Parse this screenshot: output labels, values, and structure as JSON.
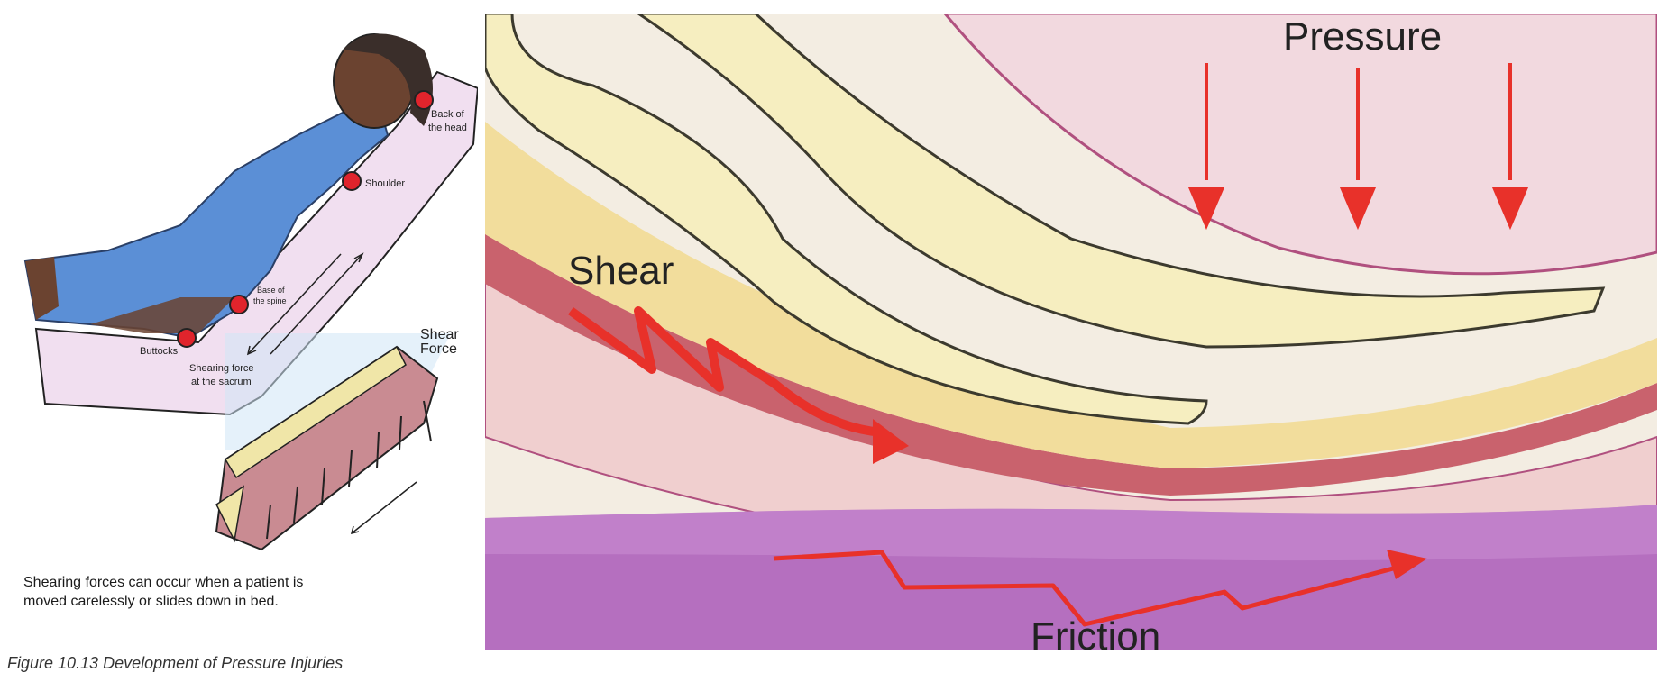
{
  "left_illustration": {
    "points": [
      {
        "label_lines": [
          "Back of",
          "the head"
        ]
      },
      {
        "label_lines": [
          "Shoulder"
        ]
      },
      {
        "label_lines": [
          "Base of",
          "the spine"
        ]
      },
      {
        "label_lines": [
          "Buttocks"
        ]
      }
    ],
    "shear_note_lines": [
      "Shearing force",
      "at the sacrum"
    ],
    "shear_force_lines": [
      "Shear",
      "Force"
    ],
    "caption": "Shearing forces can occur when a patient is moved carelessly or slides down in bed."
  },
  "right_illustration": {
    "pressure_label": "Pressure",
    "shear_label": "Shear",
    "friction_label": "Friction"
  },
  "figure_title": "Figure 10.13 Development of Pressure Injuries",
  "colors": {
    "marker_red": "#e0242c",
    "arrow_red": "#e8312a",
    "gown_blue": "#5b8fd6",
    "skin_brown": "#6b4330",
    "mattress_purple": "#b56fbf",
    "tissue_pink": "#f1d6dd",
    "bone_yellow": "#f6eec0"
  }
}
